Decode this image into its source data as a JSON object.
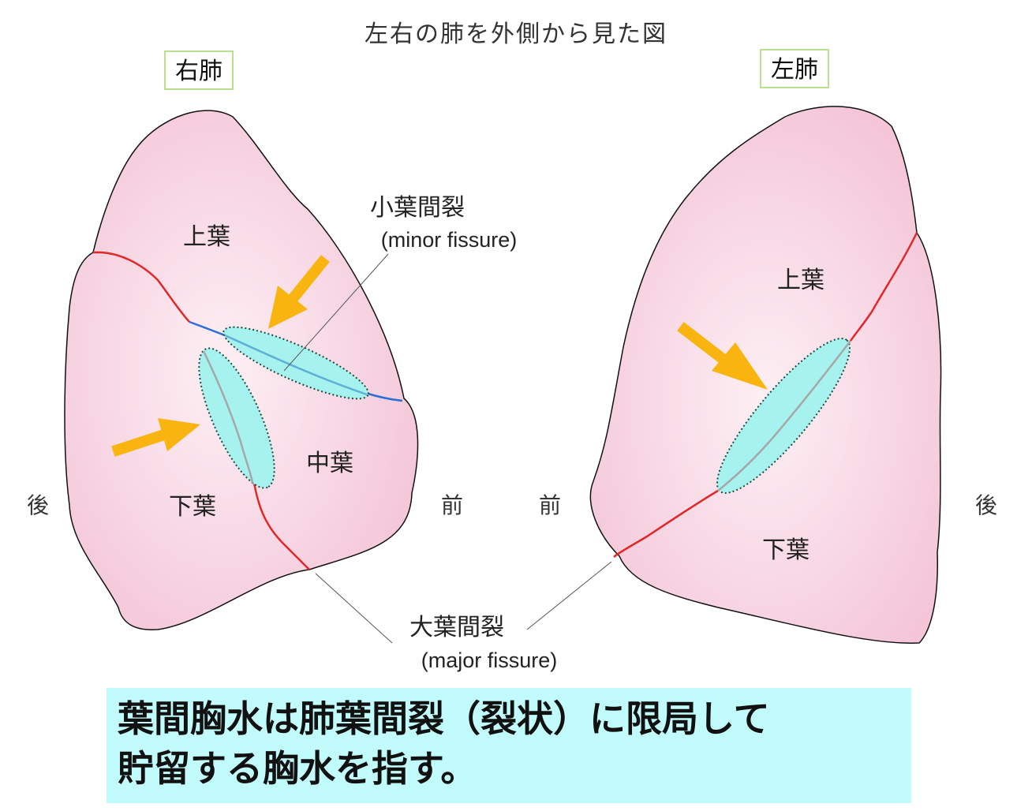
{
  "title": "左右の肺を外側から見た図",
  "right_lung": {
    "name": "右肺",
    "upper_lobe": "上葉",
    "middle_lobe": "中葉",
    "lower_lobe": "下葉",
    "posterior": "後",
    "anterior": "前"
  },
  "left_lung": {
    "name": "左肺",
    "upper_lobe": "上葉",
    "lower_lobe": "下葉",
    "anterior": "前",
    "posterior": "後"
  },
  "minor_fissure": {
    "jp": "小葉間裂",
    "en": "(minor fissure)"
  },
  "major_fissure": {
    "jp": "大葉間裂",
    "en": "(major fissure)"
  },
  "caption": {
    "line1": "葉間胸水は肺葉間裂（裂状）に限局して",
    "line2": "貯留する胸水を指す。"
  },
  "colors": {
    "lung_fill": "#f4c6d8",
    "lung_center": "#fdf0f5",
    "fissure_major": "#e0282a",
    "fissure_minor": "#2a6ed6",
    "effusion": "#a6f2ee",
    "arrow": "#f9b410",
    "caption_bg": "#c2fbfb"
  }
}
